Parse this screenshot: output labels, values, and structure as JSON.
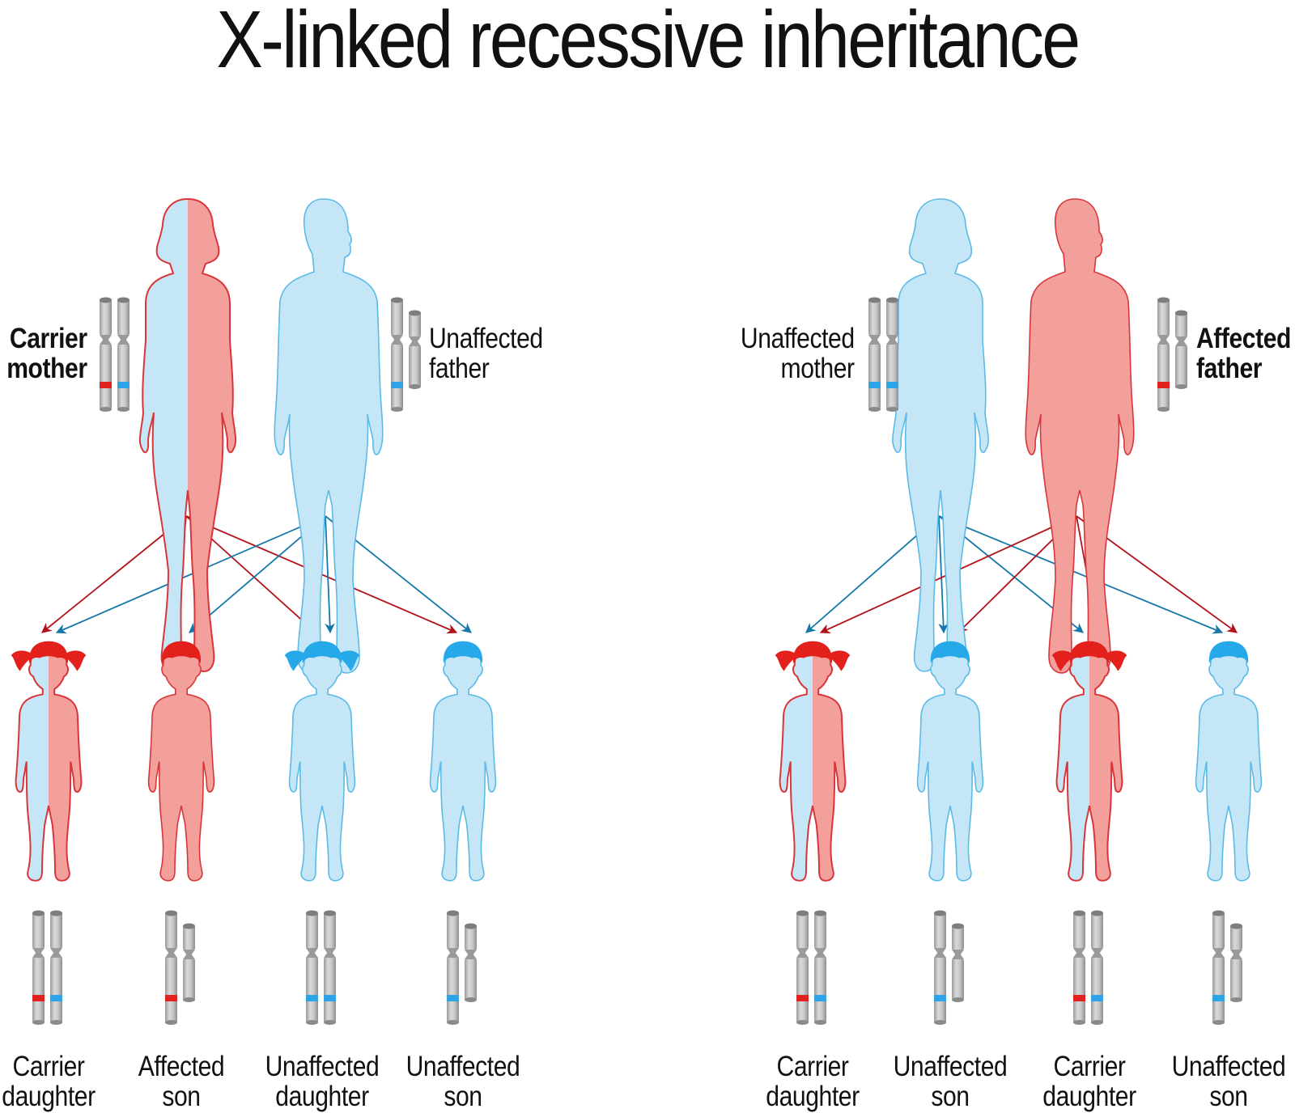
{
  "title": "X-linked recessive inheritance",
  "colors": {
    "affected_fill": "#f3a09c",
    "affected_stroke": "#d9363a",
    "unaffected_fill": "#c5e6f7",
    "unaffected_stroke": "#5bbbe6",
    "affected_hair": "#e3201b",
    "unaffected_hair": "#27a8e8",
    "red_arrow": "#b3121c",
    "blue_arrow": "#1578a8",
    "red_band": "#e0211d",
    "blue_band": "#2ea4e6",
    "chromosome": "#c7c7c7",
    "chromosome_dark": "#8c8c8c"
  },
  "panels": [
    {
      "id": "left",
      "parents": [
        {
          "role": "mother",
          "status": "carrier",
          "label_lines": [
            "Carrier",
            "mother"
          ],
          "bold": true,
          "chromosomes": [
            "X-red",
            "X-blue"
          ]
        },
        {
          "role": "father",
          "status": "unaffected",
          "label_lines": [
            "Unaffected",
            "father"
          ],
          "bold": false,
          "chromosomes": [
            "X-blue",
            "Y"
          ]
        }
      ],
      "children": [
        {
          "sex": "daughter",
          "status": "carrier",
          "label_lines": [
            "Carrier",
            "daughter"
          ],
          "chromosomes": [
            "X-red",
            "X-blue"
          ]
        },
        {
          "sex": "son",
          "status": "affected",
          "label_lines": [
            "Affected",
            "son"
          ],
          "chromosomes": [
            "X-red",
            "Y"
          ]
        },
        {
          "sex": "daughter",
          "status": "unaffected",
          "label_lines": [
            "Unaffected",
            "daughter"
          ],
          "chromosomes": [
            "X-blue",
            "X-blue"
          ]
        },
        {
          "sex": "son",
          "status": "unaffected",
          "label_lines": [
            "Unaffected",
            "son"
          ],
          "chromosomes": [
            "X-blue",
            "Y"
          ]
        }
      ],
      "arrows": {
        "mother": "red",
        "father": "blue",
        "mother_to": [
          0,
          1,
          2,
          3
        ],
        "father_to": [
          0,
          1,
          2,
          3
        ]
      }
    },
    {
      "id": "right",
      "parents": [
        {
          "role": "mother",
          "status": "unaffected",
          "label_lines": [
            "Unaffected",
            "mother"
          ],
          "bold": false,
          "chromosomes": [
            "X-blue",
            "X-blue"
          ]
        },
        {
          "role": "father",
          "status": "affected",
          "label_lines": [
            "Affected",
            "father"
          ],
          "bold": true,
          "chromosomes": [
            "X-red",
            "Y"
          ]
        }
      ],
      "children": [
        {
          "sex": "daughter",
          "status": "carrier",
          "label_lines": [
            "Carrier",
            "daughter"
          ],
          "chromosomes": [
            "X-red",
            "X-blue"
          ]
        },
        {
          "sex": "son",
          "status": "unaffected",
          "label_lines": [
            "Unaffected",
            "son"
          ],
          "chromosomes": [
            "X-blue",
            "Y"
          ]
        },
        {
          "sex": "daughter",
          "status": "carrier",
          "label_lines": [
            "Carrier",
            "daughter"
          ],
          "chromosomes": [
            "X-red",
            "X-blue"
          ]
        },
        {
          "sex": "son",
          "status": "unaffected",
          "label_lines": [
            "Unaffected",
            "son"
          ],
          "chromosomes": [
            "X-blue",
            "Y"
          ]
        }
      ],
      "arrows": {
        "mother": "blue",
        "father": "red",
        "mother_to": [
          0,
          1,
          2,
          3
        ],
        "father_to": [
          0,
          1,
          2,
          3
        ]
      }
    }
  ]
}
